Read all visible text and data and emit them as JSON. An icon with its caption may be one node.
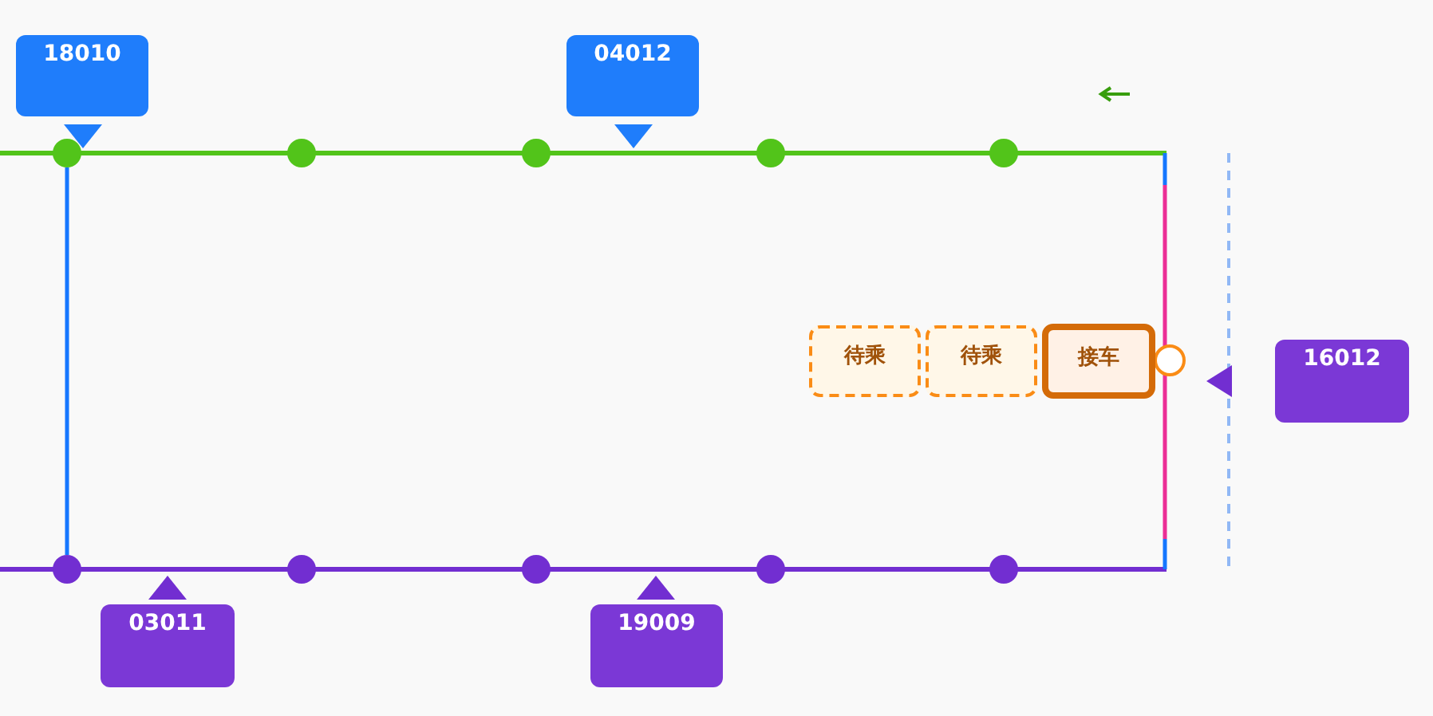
{
  "diagram": {
    "nodes": [
      {
        "text": [
          "18010"
        ]
      },
      {
        "text": [
          "04012"
        ]
      },
      {
        "text": [
          "待乘"
        ]
      },
      {
        "text": [
          "待乘"
        ]
      },
      {
        "text": [
          "接车"
        ]
      },
      {
        "text": [
          "16012"
        ]
      },
      {
        "text": [
          "03011"
        ]
      },
      {
        "text": [
          "19009"
        ]
      }
    ]
  }
}
